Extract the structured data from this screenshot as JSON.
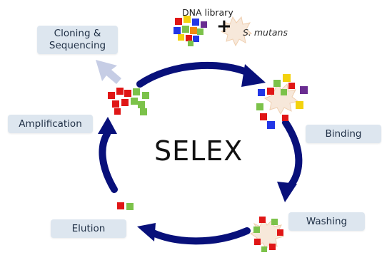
{
  "title": "SELEX",
  "inputs": {
    "library_label": "DNA library",
    "plus": "+",
    "target_label": "S. mutans"
  },
  "steps": {
    "cloning": "Cloning & Sequencing",
    "binding": "Binding",
    "washing": "Washing",
    "elution": "Elution",
    "amplification": "Amplification"
  },
  "colors": {
    "cycle_arrow": "#08107a",
    "side_arrow": "#c6cde5",
    "label_box": "#dde6ef",
    "target_cell": "#f7e8da",
    "molecule_red": "#e01616",
    "molecule_green": "#7cc24a",
    "molecule_blue": "#2236e6",
    "molecule_yellow": "#f3d20e",
    "molecule_orange": "#f08a12",
    "molecule_purple": "#6a2d91"
  }
}
